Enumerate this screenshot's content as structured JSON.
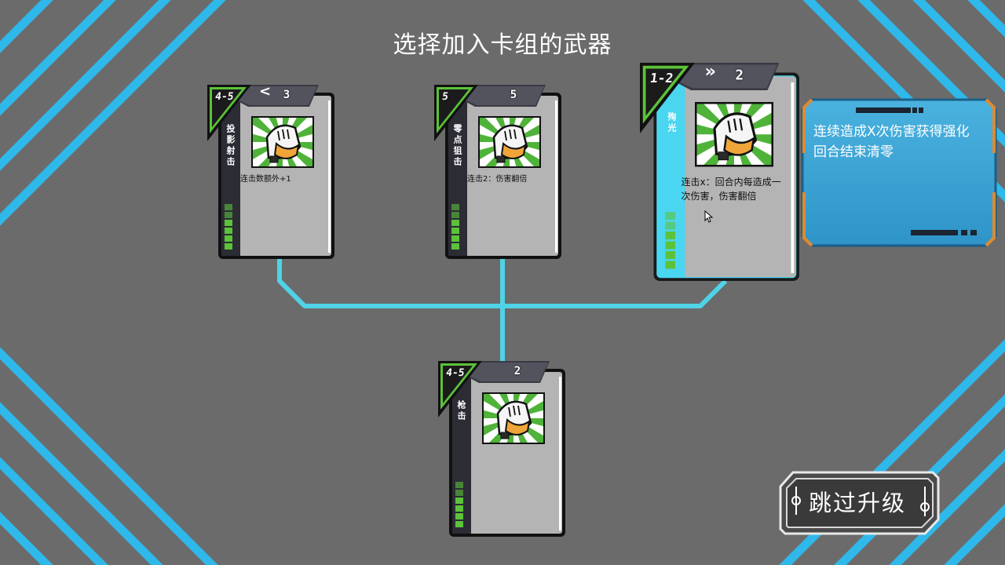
{
  "screen": {
    "title": "选择加入卡组的武器",
    "skip_label": "跳过升级"
  },
  "colors": {
    "background": "#6b6b6b",
    "stripe": "#2fb8ea",
    "connector": "#4fd3e6",
    "card_body": "#b4b4b4",
    "card_side": "#2c2c35",
    "green_accent": "#5cc23a",
    "selected_border": "#4ad6f0"
  },
  "cards": [
    {
      "cost": "4-5",
      "energy": "3",
      "indicator": "<",
      "name": "投影射击",
      "description": "连击数额外+1",
      "selected": false,
      "icon": "helmet-icon"
    },
    {
      "cost": "5",
      "energy": "5",
      "indicator": "",
      "name": "零点狙击",
      "description": "连击2：伤害翻倍",
      "selected": false,
      "icon": "helmet-icon"
    },
    {
      "cost": "1-2",
      "energy": "2",
      "indicator": "»",
      "name": "殉光",
      "description": "连击x：回合内每造成一次伤害，伤害翻倍",
      "selected": true,
      "icon": "helmet-icon"
    },
    {
      "cost": "4-5",
      "energy": "2",
      "indicator": "",
      "name": "枪击",
      "description": "",
      "selected": false,
      "icon": "helmet-icon"
    }
  ],
  "tooltip": {
    "line1": "连续造成X次伤害获得强化",
    "line2": "回合结束清零"
  }
}
